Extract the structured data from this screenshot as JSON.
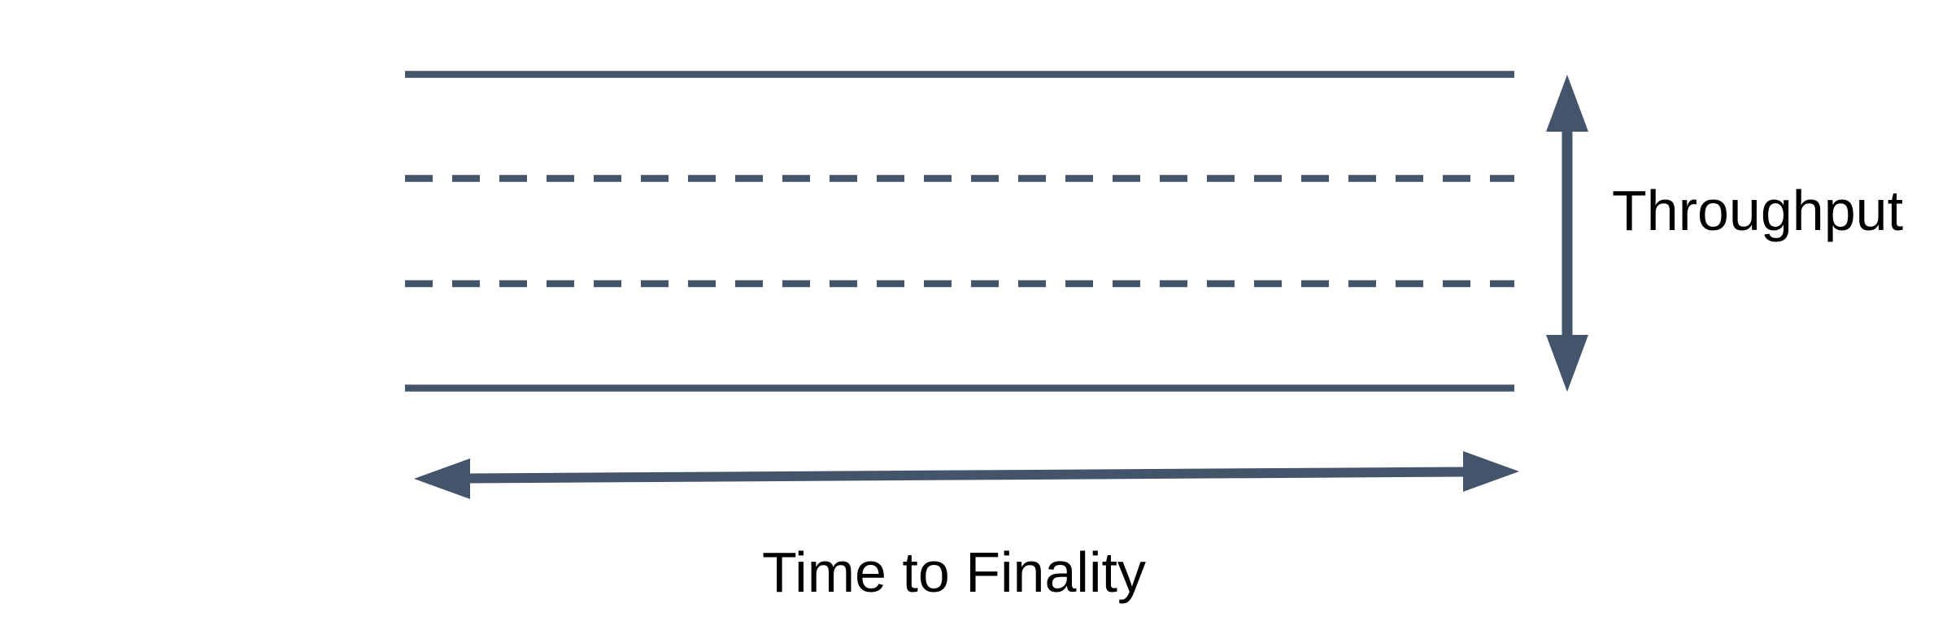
{
  "diagram": {
    "vertical_axis_label": "Throughput",
    "horizontal_axis_label": "Time to Finality",
    "band_lines": [
      {
        "style": "solid"
      },
      {
        "style": "dashed"
      },
      {
        "style": "dashed"
      },
      {
        "style": "solid"
      }
    ]
  },
  "colors": {
    "shape": "#44546A",
    "text": "#000000",
    "background": "#FFFFFF"
  }
}
